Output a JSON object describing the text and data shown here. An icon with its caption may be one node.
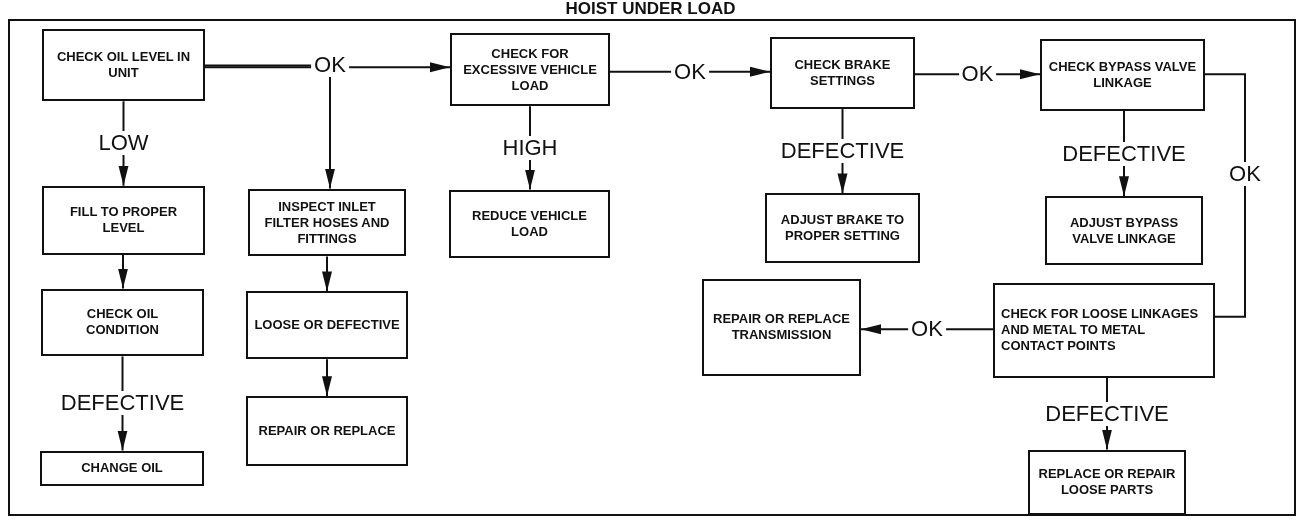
{
  "diagram": {
    "title": "HOIST UNDER LOAD",
    "nodes": [
      {
        "text": [
          "CHECK OIL LEVEL IN UNIT"
        ]
      },
      {
        "text": [
          "CHECK FOR EXCESSIVE VEHICLE LOAD"
        ]
      },
      {
        "text": [
          "CHECK BRAKE SETTINGS"
        ]
      },
      {
        "text": [
          "CHECK BYPASS VALVE LINKAGE"
        ]
      },
      {
        "text": [
          "FILL TO PROPER LEVEL"
        ]
      },
      {
        "text": [
          "INSPECT INLET FILTER HOSES AND FITTINGS"
        ]
      },
      {
        "text": [
          "REDUCE VEHICLE LOAD"
        ]
      },
      {
        "text": [
          "ADJUST BRAKE TO PROPER SETTING"
        ]
      },
      {
        "text": [
          "ADJUST BYPASS VALVE LINKAGE"
        ]
      },
      {
        "text": [
          "CHECK OIL CONDITION"
        ]
      },
      {
        "text": [
          "LOOSE OR DEFECTIVE"
        ]
      },
      {
        "text": [
          "REPAIR OR REPLACE TRANSMISSION"
        ]
      },
      {
        "text": [
          "CHECK FOR LOOSE LINKAGES AND METAL TO METAL CONTACT POINTS"
        ]
      },
      {
        "text": [
          "REPAIR OR REPLACE"
        ]
      },
      {
        "text": [
          "CHANGE OIL"
        ]
      },
      {
        "text": [
          "REPLACE OR REPAIR LOOSE PARTS"
        ]
      }
    ],
    "edges": [
      {
        "from": 0,
        "to": 1,
        "label": "OK",
        "arrow": "to"
      },
      {
        "from": 0,
        "to": 5,
        "arrow": "to"
      },
      {
        "from": 0,
        "to": 4,
        "label": "LOW",
        "arrow": "to"
      },
      {
        "from": 4,
        "to": 9,
        "arrow": "to"
      },
      {
        "from": 9,
        "to": 14,
        "label": "DEFECTIVE",
        "arrow": "to"
      },
      {
        "from": 5,
        "to": 10,
        "arrow": "to"
      },
      {
        "from": 10,
        "to": 13,
        "arrow": "to"
      },
      {
        "from": 1,
        "to": 2,
        "label": "OK",
        "arrow": "to"
      },
      {
        "from": 1,
        "to": 6,
        "label": "HIGH",
        "arrow": "to"
      },
      {
        "from": 2,
        "to": 3,
        "label": "OK",
        "arrow": "to"
      },
      {
        "from": 2,
        "to": 7,
        "label": "DEFECTIVE",
        "arrow": "to"
      },
      {
        "from": 3,
        "to": 8,
        "label": "DEFECTIVE",
        "arrow": "to"
      },
      {
        "from": 3,
        "to": 12,
        "label": "OK",
        "arrow": "none"
      },
      {
        "from": 12,
        "to": 11,
        "label": "OK",
        "arrow": "to"
      },
      {
        "from": 12,
        "to": 15,
        "label": "DEFECTIVE",
        "arrow": "to"
      }
    ]
  }
}
